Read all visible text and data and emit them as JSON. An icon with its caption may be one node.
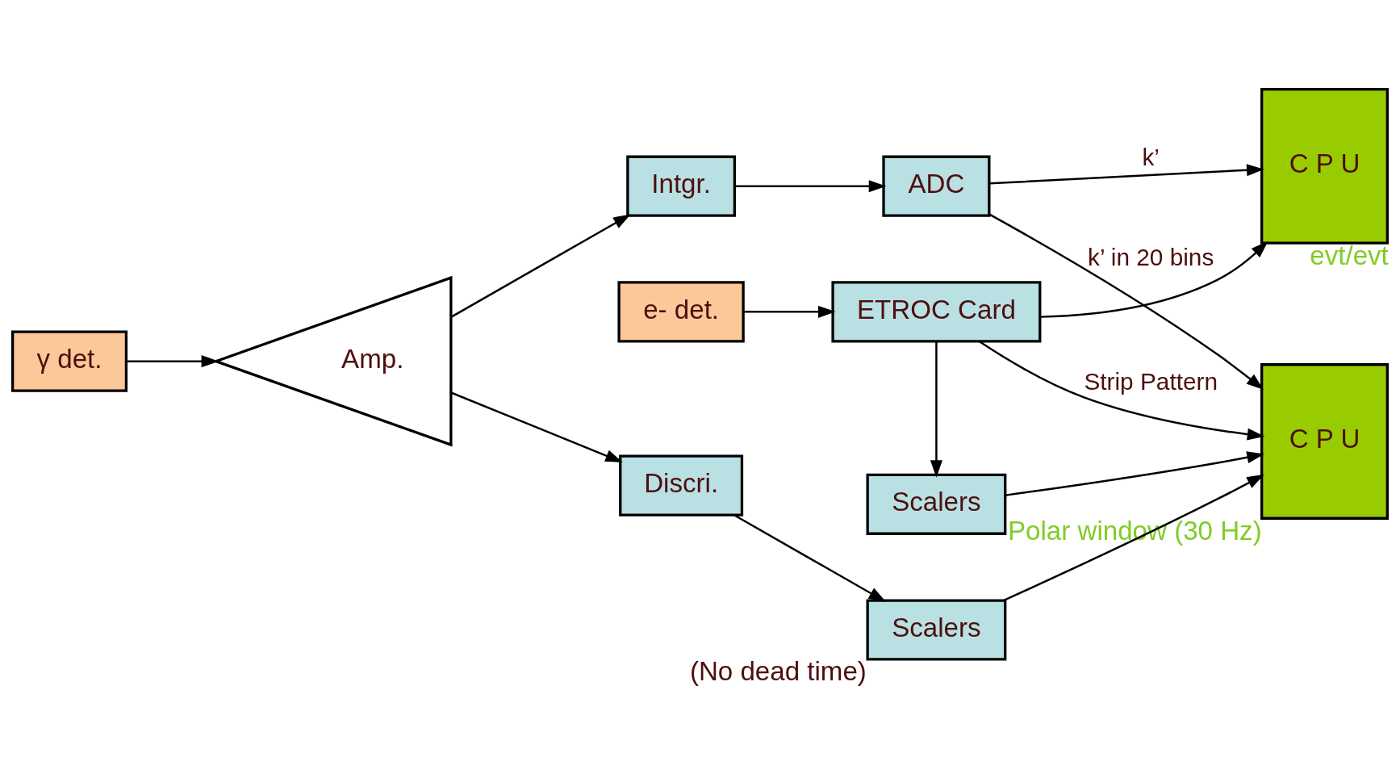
{
  "diagram": {
    "nodes": [
      {
        "text": [
          "γ det."
        ]
      },
      {
        "text": [
          "Amp."
        ]
      },
      {
        "text": [
          "Intgr."
        ]
      },
      {
        "text": [
          "ADC"
        ]
      },
      {
        "text": [
          "C P U"
        ],
        "beside": [
          "evt/evt"
        ]
      },
      {
        "text": [
          "ETROC Card"
        ]
      },
      {
        "text": [
          "e- det."
        ]
      },
      {
        "text": [
          "Discri."
        ]
      },
      {
        "text": [
          "Scalers"
        ],
        "beside": [
          "(No dead time)"
        ]
      },
      {
        "text": [
          "C P U"
        ],
        "beside": [
          "Polar window (30 Hz)"
        ]
      },
      {
        "text": [
          "Scalers"
        ]
      }
    ],
    "edges": [
      {
        "from": 0,
        "to": 1,
        "arrow": "to"
      },
      {
        "from": 1,
        "to": 2,
        "arrow": "to"
      },
      {
        "from": 2,
        "to": 3,
        "arrow": "to"
      },
      {
        "from": 3,
        "to": 4,
        "arrow": "to",
        "label": "k’"
      },
      {
        "from": 5,
        "to": 4,
        "arrow": "to"
      },
      {
        "from": 6,
        "to": 5,
        "arrow": "to"
      },
      {
        "from": 1,
        "to": 7,
        "arrow": "to"
      },
      {
        "from": 7,
        "to": 8,
        "arrow": "to"
      },
      {
        "from": 8,
        "to": 9,
        "arrow": "to"
      },
      {
        "from": 3,
        "to": 9,
        "arrow": "to",
        "label": "k’ in 20 bins"
      },
      {
        "from": 5,
        "to": 9,
        "arrow": "to",
        "label": "Strip Pattern"
      },
      {
        "from": 5,
        "to": 10,
        "arrow": "to"
      },
      {
        "from": 10,
        "to": 9,
        "arrow": "to"
      }
    ]
  }
}
